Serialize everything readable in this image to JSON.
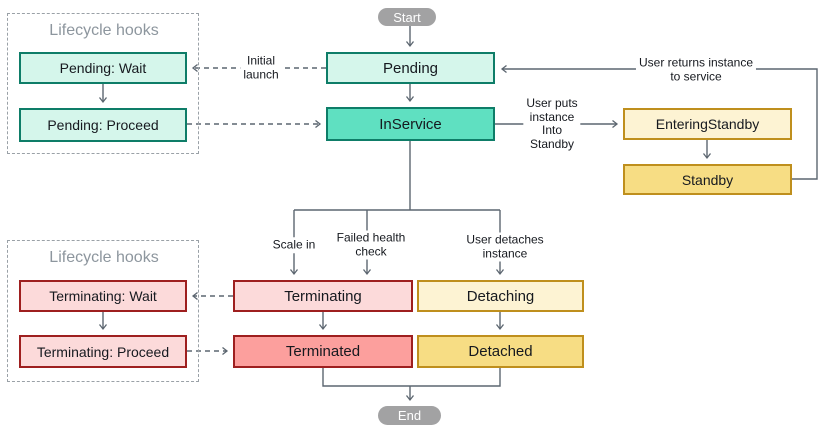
{
  "nodes": {
    "start": "Start",
    "pending": "Pending",
    "in_service": "InService",
    "entering_standby": "EnteringStandby",
    "standby": "Standby",
    "terminating": "Terminating",
    "terminated": "Terminated",
    "detaching": "Detaching",
    "detached": "Detached",
    "end": "End"
  },
  "lifecycle_hooks_top": {
    "title": "Lifecycle hooks",
    "pending_wait": "Pending: Wait",
    "pending_proceed": "Pending: Proceed"
  },
  "lifecycle_hooks_bottom": {
    "title": "Lifecycle hooks",
    "terminating_wait": "Terminating: Wait",
    "terminating_proceed": "Terminating: Proceed"
  },
  "edge_labels": {
    "initial_launch": "Initial\nlaunch",
    "user_puts_instance_into_standby": "User puts\ninstance\nInto\nStandby",
    "user_returns_instance_to_service": "User returns instance\nto service",
    "scale_in": "Scale in",
    "failed_health_check": "Failed health\ncheck",
    "user_detaches_instance": "User detaches\ninstance"
  },
  "colors": {
    "teal_border": "#0e7d68",
    "teal_light_fill": "#d5f6eb",
    "teal_dark_fill": "#5fe0c1",
    "red_border": "#9e1f1f",
    "red_light_fill": "#fcdada",
    "red_dark_fill": "#fc9f9d",
    "gold_border": "#bf8f1d",
    "gold_light_fill": "#fdf3d3",
    "gold_dark_fill": "#f7dd84",
    "connector_gray": "#5c6670",
    "pill_gray": "#a2a2a3",
    "hooks_text_gray": "#8d969e",
    "box_text": "#16191f"
  }
}
